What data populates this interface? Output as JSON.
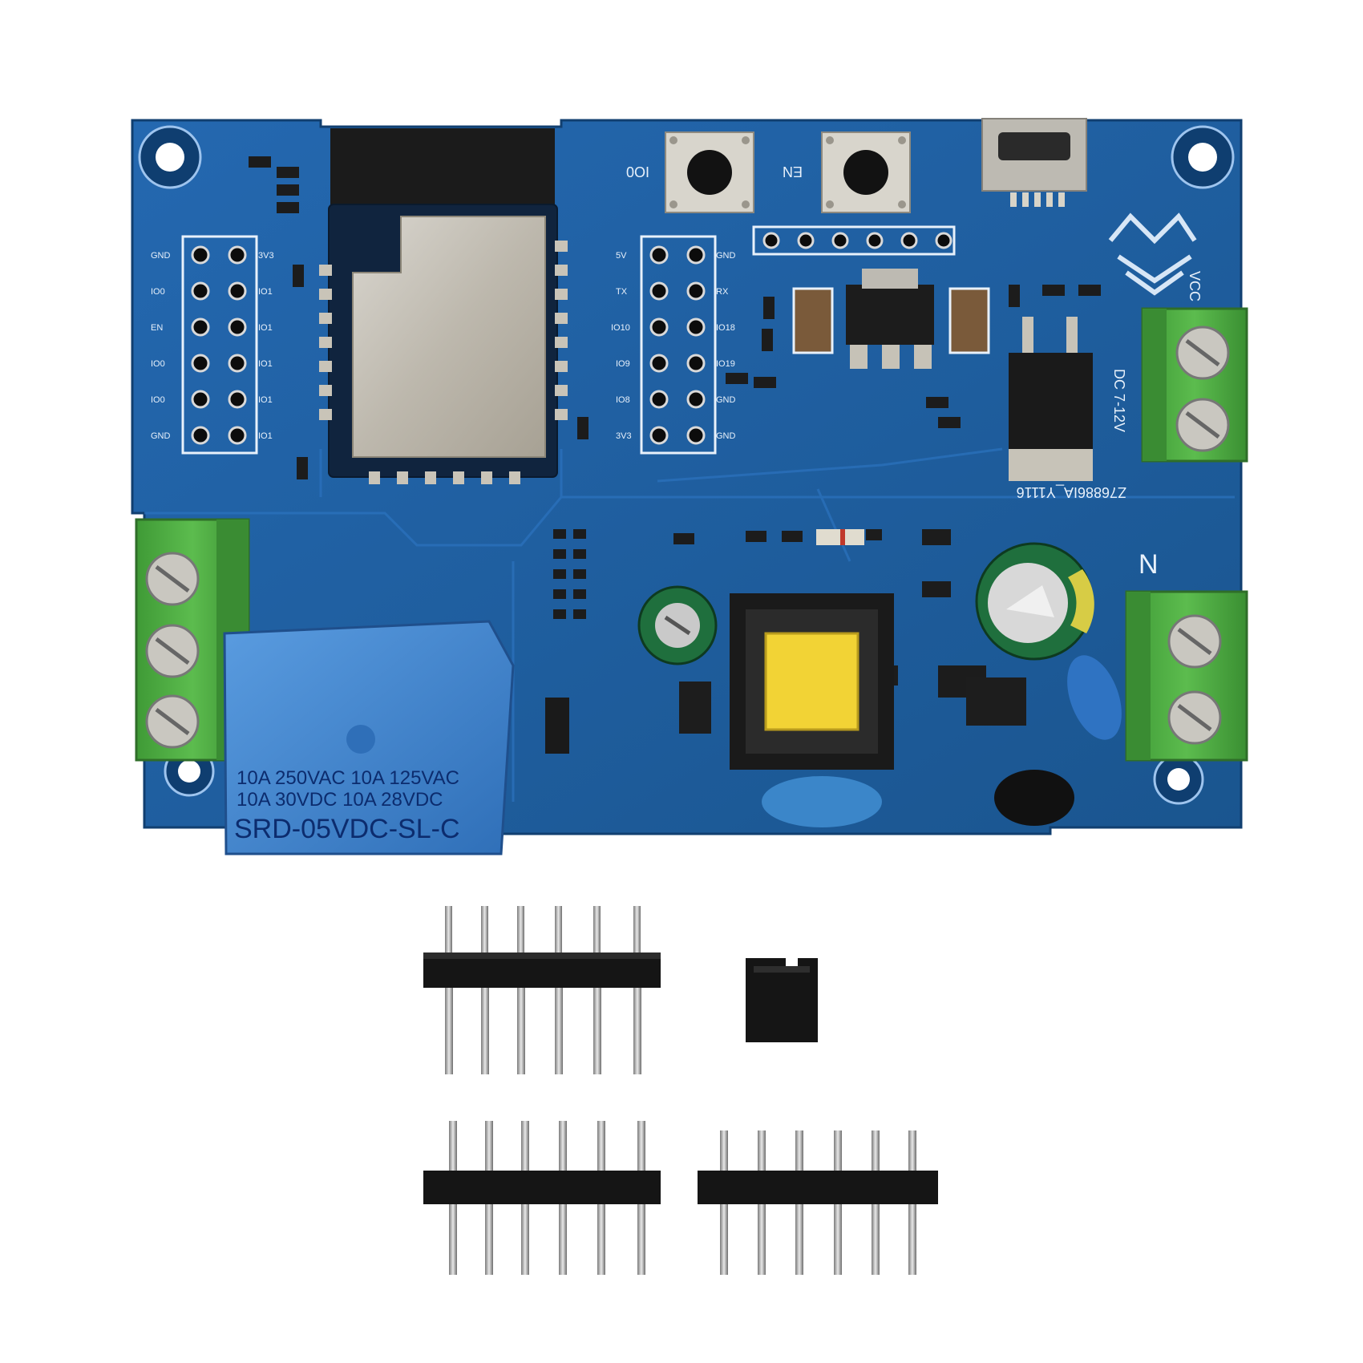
{
  "relay": {
    "rating_line1": "10A 250VAC  10A 125VAC",
    "rating_line2": "10A  30VDC  10A  28VDC",
    "model": "SRD-05VDC-SL-C"
  },
  "board": {
    "label_io0": "IO0",
    "label_en": "EN",
    "label_vcc": "VCC",
    "label_dc": "DC 7-12V",
    "label_n": "N",
    "label_code": "Z76886IA_Y1116",
    "header_left_pins": [
      "GND",
      "IO0",
      "EN",
      "IO0",
      "IO0",
      "GND"
    ],
    "header_left_pins_right": [
      "3V3",
      "IO1",
      "IO1",
      "IO1",
      "IO1",
      "IO1"
    ],
    "header_mid_pins_left": [
      "5V",
      "TX",
      "IO10",
      "IO9",
      "IO8",
      "3V3"
    ],
    "header_mid_pins_right": [
      "GND",
      "RX",
      "IO18",
      "IO19",
      "GND",
      "GND"
    ]
  },
  "colors": {
    "pcb": "#1f5fa3",
    "pcb_dark": "#174c86",
    "terminal": "#4fae44",
    "relay": "#3f86d2",
    "transformer_core": "#f2d335",
    "background": "#ffffff"
  },
  "accessories": {
    "male_header_6pin_count": 3,
    "jumper_cap_count": 1
  }
}
